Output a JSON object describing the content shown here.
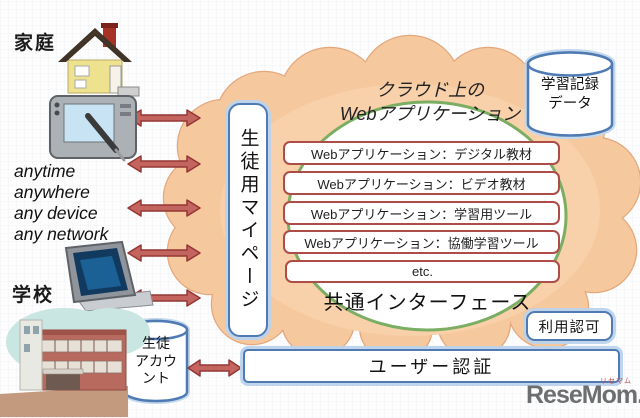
{
  "left_panel": {
    "home_label": "家庭",
    "access_notes": [
      "anytime",
      "anywhere",
      "any device",
      "any network"
    ],
    "school_label": "学校",
    "icons": [
      "house-icon",
      "pen-tablet-icon",
      "tablet-pc-icon",
      "school-building-icon",
      "sync-arrow-icon"
    ]
  },
  "mypage_box": {
    "label": "生徒用マイページ"
  },
  "cloud": {
    "title_line1": "クラウド上の",
    "title_line2": "Webアプリケーション",
    "web_apps": [
      "Webアプリケーション：デジタル教材",
      "Webアプリケーション：ビデオ教材",
      "Webアプリケーション：学習用ツール",
      "Webアプリケーション：協働学習ツール",
      "etc."
    ],
    "common_interface_label": "共通インターフェース"
  },
  "databases": {
    "learning_record": {
      "lines": [
        "学習記録",
        "データ"
      ]
    },
    "student_account": {
      "lines": [
        "生徒",
        "アカウ",
        "ント"
      ]
    }
  },
  "auth": {
    "authorization_label": "利用認可",
    "authentication_label": "ユーザー認証"
  },
  "watermark": {
    "text": "ReseMom.",
    "ruby": "リセマム"
  },
  "colors": {
    "cloud_fill": "#F6C89E",
    "cloud_edge": "#E3A87D",
    "ellipse_green": "#7BAE62",
    "box_blue": "#4F7AB3",
    "row_red": "#AE4C48",
    "arrow_red": "#C4645E",
    "watermark_gray": "#6D6E70"
  }
}
